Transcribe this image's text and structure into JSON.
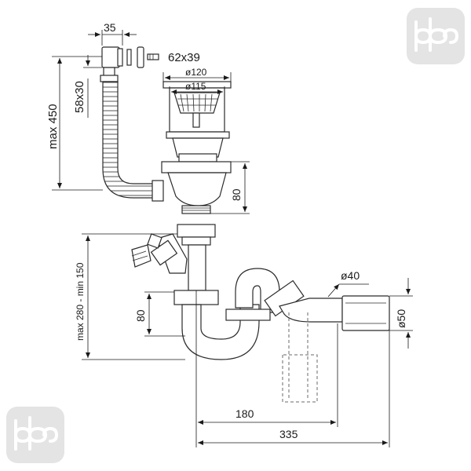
{
  "dimensions": {
    "overflow_width": "35",
    "overflow_plate": "62x39",
    "max_height": "max 450",
    "hose_joint": "58x30",
    "outer_diameter": "ø120",
    "inner_diameter": "ø115",
    "basket_height": "80",
    "trap_range": "max 280 - min 150",
    "trap_height": "80",
    "outlet_pipe": "ø40",
    "outlet_socket": "ø50",
    "offset_short": "180",
    "offset_long": "335"
  },
  "logos": [
    {
      "id": "logo-top-right",
      "glyph": "brand-mark"
    },
    {
      "id": "logo-bottom-left",
      "glyph": "brand-mark"
    }
  ]
}
